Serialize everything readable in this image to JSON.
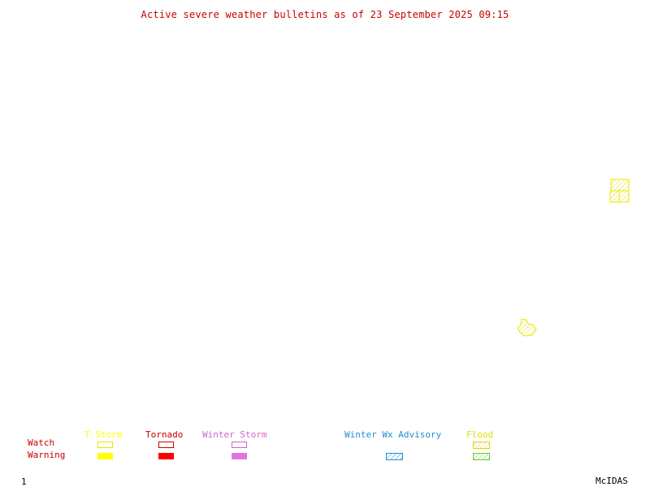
{
  "title": "Active severe weather bulletins as of 23 September 2025 09:15",
  "legend": {
    "row_labels": {
      "watch": "Watch",
      "warning": "Warning"
    },
    "categories": {
      "tstorm": {
        "label": "T-Storm",
        "color": "#ffff00"
      },
      "tornado": {
        "label": "Tornado",
        "color": "#ff0000"
      },
      "winter_storm": {
        "label": "Winter Storm",
        "color": "#dd77dd"
      },
      "winter_wx_advisory": {
        "label": "Winter Wx Advisory",
        "color": "#1e90d0"
      },
      "flood": {
        "label": "Flood",
        "color": "#d8d800",
        "warning_color": "#66cc33"
      }
    },
    "label_color": "#c80000"
  },
  "footer": {
    "frame_number": "1",
    "software": "McIDAS"
  }
}
